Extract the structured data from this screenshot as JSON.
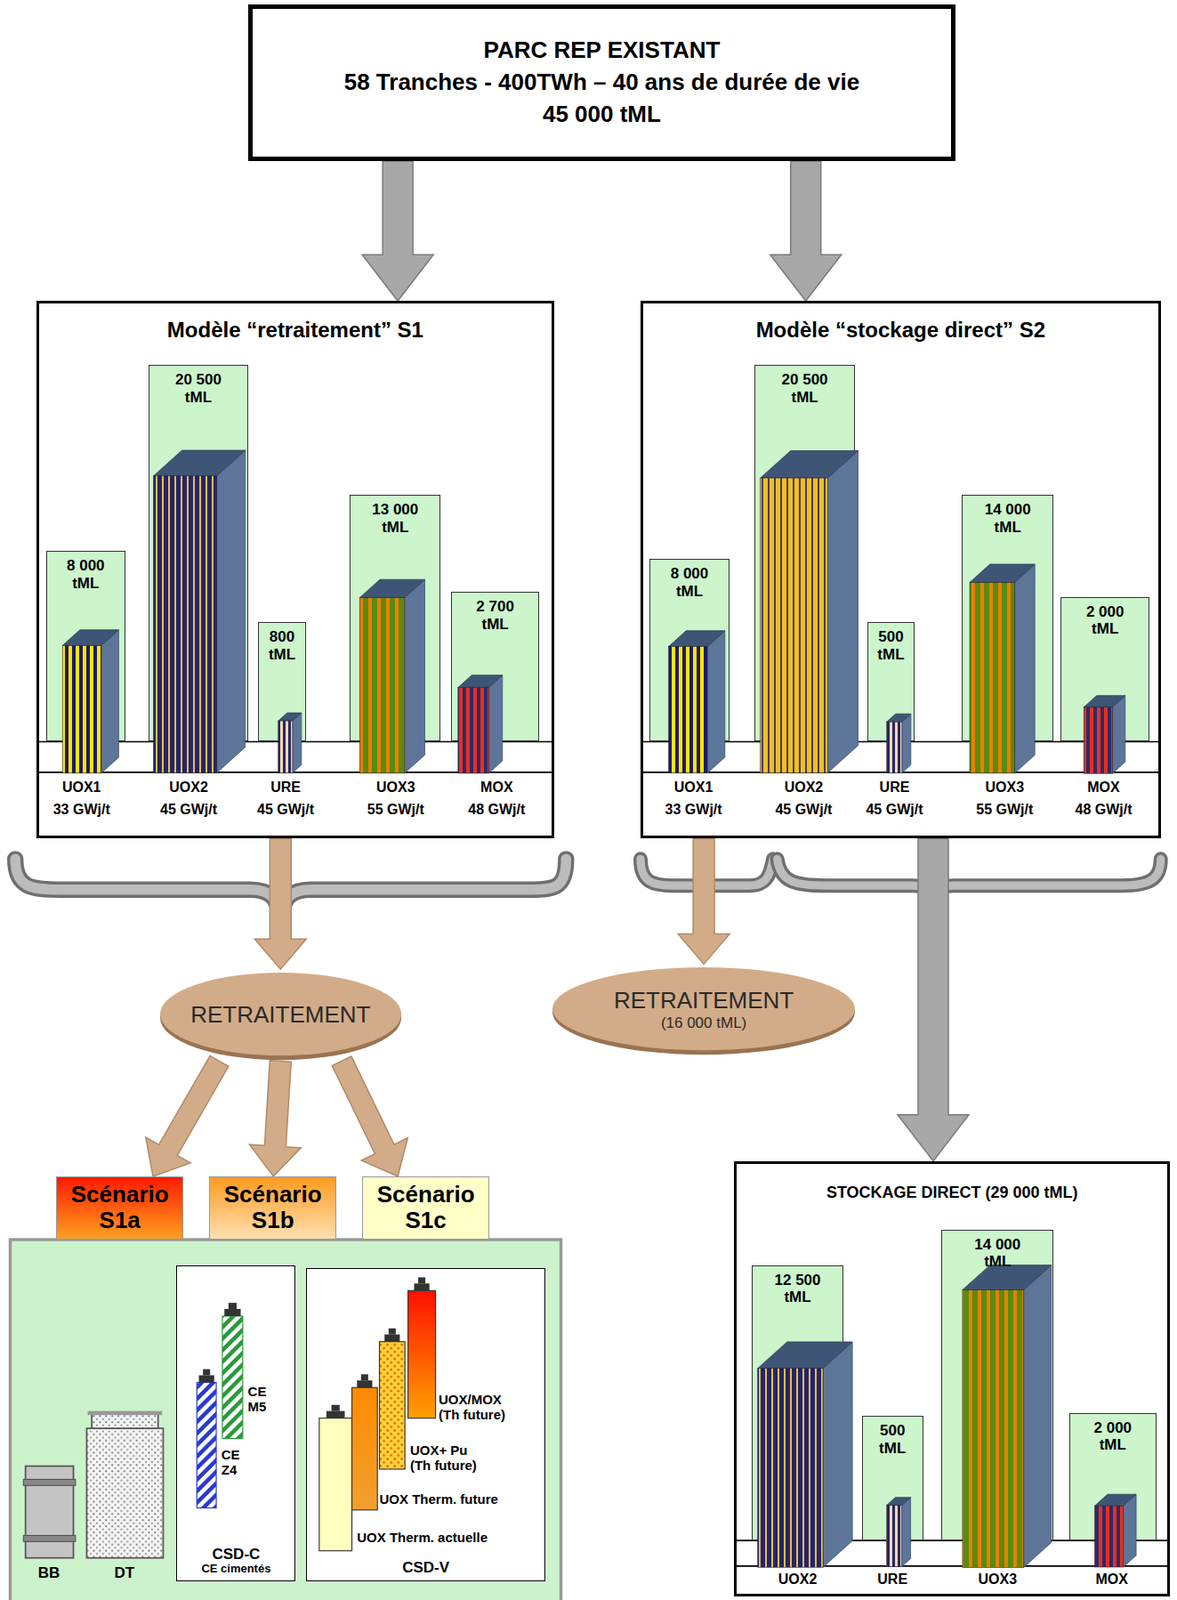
{
  "diagram": {
    "nodes": [
      {
        "text": [
          "PARC REP EXISTANT",
          "58 Tranches - 400TWh – 40 ans de durée de vie",
          "45 000 tML"
        ]
      },
      {
        "text": [
          "Modèle “retraitement” S1"
        ]
      },
      {
        "text": [
          "8 000 tML"
        ],
        "in": 1
      },
      {
        "text": [
          "20 500 tML"
        ],
        "in": 1
      },
      {
        "text": [
          "800 tML"
        ],
        "in": 1
      },
      {
        "text": [
          "13 000 tML"
        ],
        "in": 1
      },
      {
        "text": [
          "2 700 tML"
        ],
        "in": 1
      },
      {
        "text": [
          "Modèle “stockage direct” S2"
        ]
      },
      {
        "text": [
          "8 000 tML"
        ],
        "in": 7
      },
      {
        "text": [
          "20 500 tML"
        ],
        "in": 7
      },
      {
        "text": [
          "500 tML"
        ],
        "in": 7
      },
      {
        "text": [
          "14 000 tML"
        ],
        "in": 7
      },
      {
        "text": [
          "2 000 tML"
        ],
        "in": 7
      },
      {
        "text": [
          "RETRAITEMENT"
        ]
      },
      {
        "text": [
          "RETRAITEMENT",
          "(16 000 tML)"
        ]
      },
      {
        "text": [
          "Scénario S1a"
        ]
      },
      {
        "text": [
          "Scénario S1b"
        ]
      },
      {
        "text": [
          "Scénario S1c"
        ]
      },
      {
        "text": [
          "CSD-C",
          "CE cimentés"
        ]
      },
      {
        "text": [
          "CSD-V"
        ]
      },
      {
        "text": [
          "STOCKAGE DIRECT (29 000 tML)"
        ]
      },
      {
        "text": [
          "12 500 tML"
        ],
        "in": 20
      },
      {
        "text": [
          "500 tML"
        ],
        "in": 20
      },
      {
        "text": [
          "14 000 tML"
        ],
        "in": 20
      },
      {
        "text": [
          "2 000 tML"
        ],
        "in": 20
      }
    ],
    "edges": [
      {
        "from": 0,
        "to": 1,
        "arrow": "to"
      },
      {
        "from": 0,
        "to": 7,
        "arrow": "to"
      },
      {
        "from": 1,
        "to": 13,
        "arrow": "to"
      },
      {
        "from": 7,
        "to": 14,
        "arrow": "to"
      },
      {
        "from": 7,
        "to": 20,
        "arrow": "to"
      },
      {
        "from": 13,
        "to": 15,
        "arrow": "to"
      },
      {
        "from": 13,
        "to": 16,
        "arrow": "to"
      },
      {
        "from": 13,
        "to": 17,
        "arrow": "to"
      }
    ],
    "labels": [
      "UOX1",
      "33 GWj/t",
      "UOX2",
      "45 GWj/t",
      "URE",
      "45 GWj/t",
      "UOX3",
      "55 GWj/t",
      "MOX",
      "48 GWj/t",
      "UOX1",
      "33 GWj/t",
      "UOX2",
      "45 GWj/t",
      "URE",
      "45 GWj/t",
      "UOX3",
      "55 GWj/t",
      "MOX",
      "48 GWj/t",
      "BB",
      "DT",
      "CE M5",
      "CE Z4",
      "UOX/MOX (Th future)",
      "UOX+ Pu (Th future)",
      "UOX Therm. future",
      "UOX Therm. actuelle",
      "UOX2",
      "URE",
      "UOX3",
      "MOX"
    ]
  }
}
